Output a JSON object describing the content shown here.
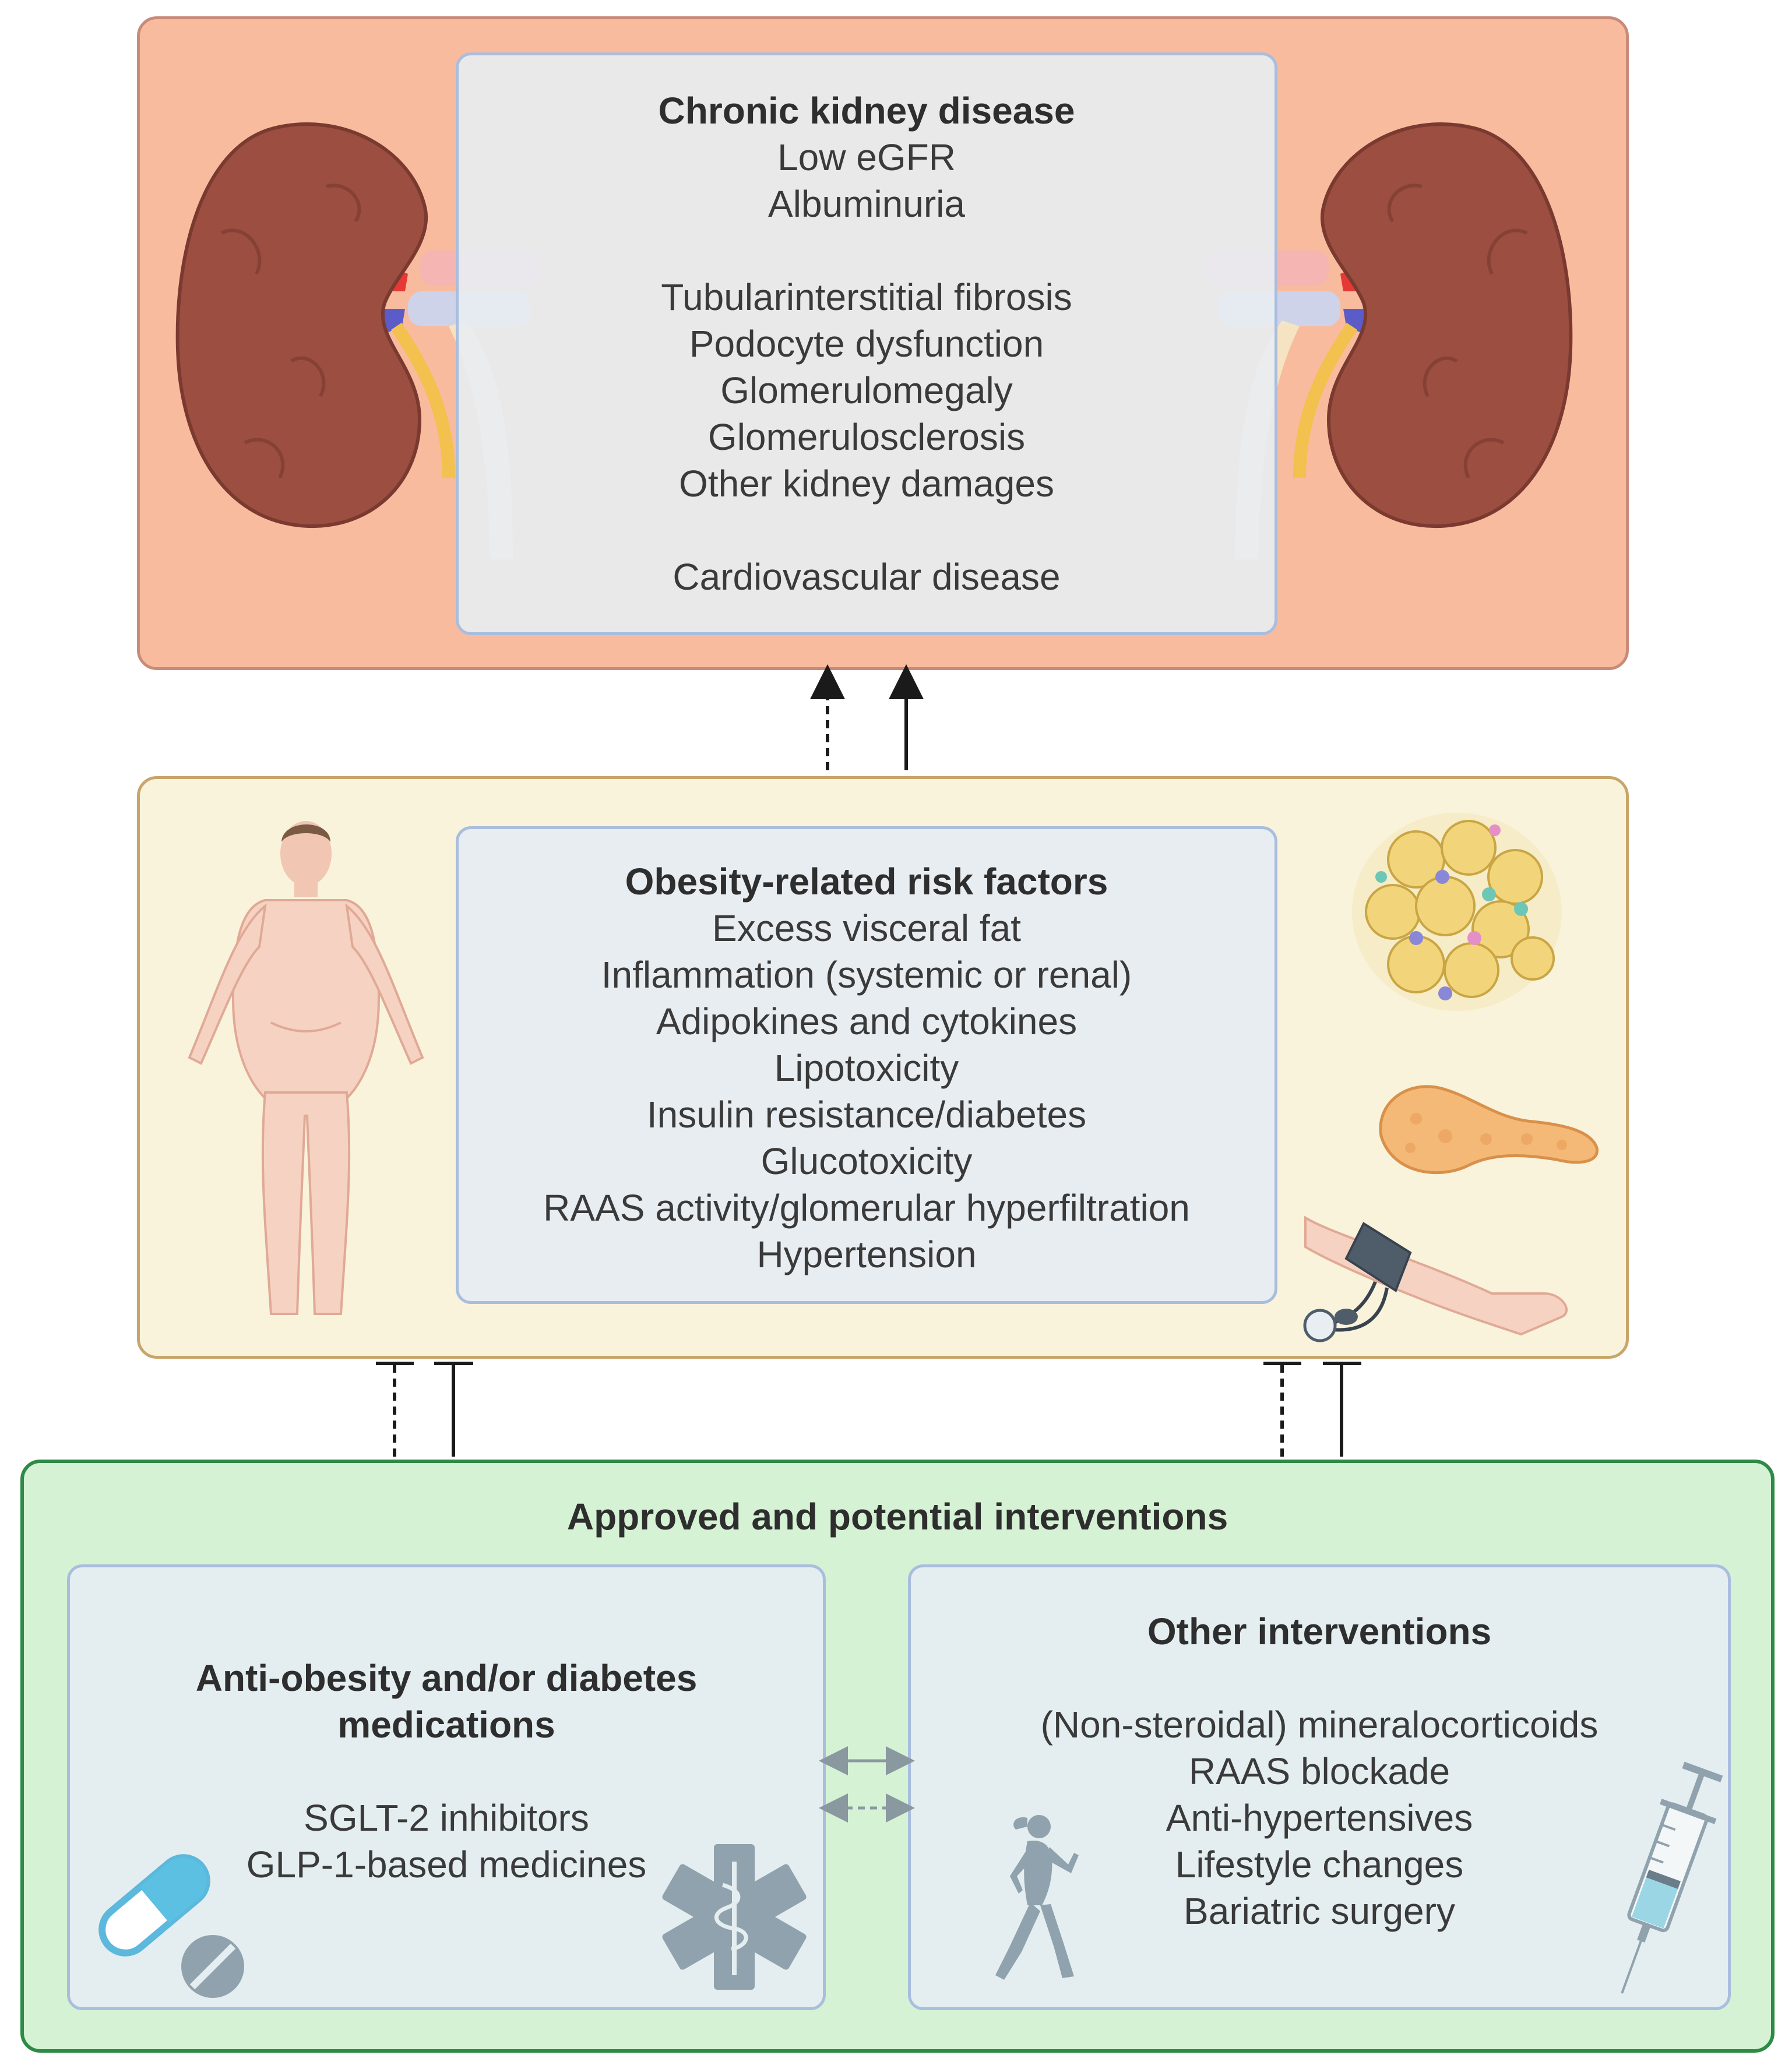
{
  "colors": {
    "ckd_panel": "#f8bb9e",
    "ckd_border": "#c98b79",
    "risk_panel": "#f9f3dc",
    "risk_border": "#c8a56a",
    "intervention_panel": "#d5f2d4",
    "intervention_border": "#2e8b47",
    "inner_box": "#e8edf1",
    "inner_border": "#a9bede",
    "kidney": "#9c4e40"
  },
  "ckd": {
    "title": "Chronic kidney disease",
    "items": [
      "Low eGFR",
      "Albuminuria"
    ],
    "damages": [
      "Tubularinterstitial fibrosis",
      "Podocyte dysfunction",
      "Glomerulomegaly",
      "Glomerulosclerosis",
      "Other kidney damages"
    ],
    "cvd": "Cardiovascular disease"
  },
  "risk": {
    "title": "Obesity-related risk factors",
    "items": [
      "Excess visceral fat",
      "Inflammation (systemic or renal)",
      "Adipokines and cytokines",
      "Lipotoxicity",
      "Insulin resistance/diabetes",
      "Glucotoxicity",
      "RAAS activity/glomerular hyperfiltration",
      "Hypertension"
    ]
  },
  "interventions": {
    "title": "Approved and potential interventions",
    "medications": {
      "title_line1": "Anti-obesity and/or diabetes",
      "title_line2": "medications",
      "items": [
        "SGLT-2 inhibitors",
        "GLP-1-based medicines"
      ]
    },
    "other": {
      "title": "Other interventions",
      "items": [
        "(Non-steroidal) mineralocorticoids",
        "RAAS blockade",
        "Anti-hypertensives",
        "Lifestyle changes",
        "Bariatric surgery"
      ]
    }
  },
  "icons": [
    "kidney-icon",
    "obese-person-icon",
    "adipose-tissue-icon",
    "pancreas-icon",
    "blood-pressure-cuff-icon",
    "capsule-pill-icon",
    "tablet-pill-icon",
    "star-of-life-icon",
    "walking-woman-icon",
    "syringe-icon"
  ]
}
